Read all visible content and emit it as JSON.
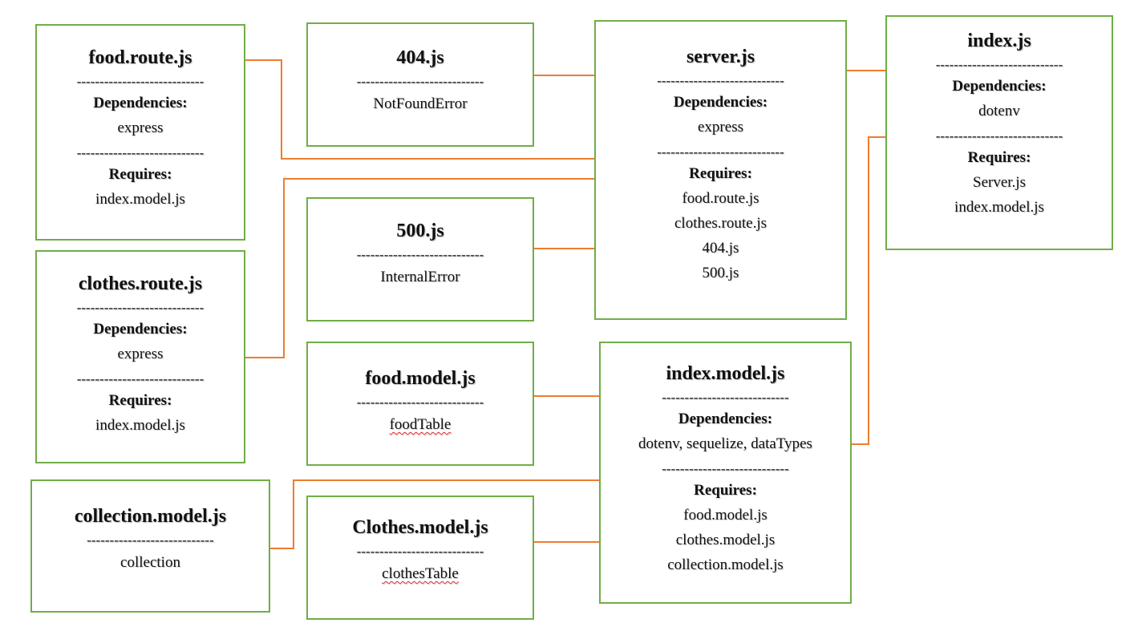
{
  "colors": {
    "box_border": "#70ad47",
    "connector": "#ed7d31",
    "spellcheck_underline": "#e03030"
  },
  "separator": "----------------------------",
  "nodes": {
    "food_route": {
      "title": "food.route.js",
      "dependencies_label": "Dependencies:",
      "dependencies": "express",
      "requires_label": "Requires:",
      "requires": [
        "index.model.js"
      ]
    },
    "clothes_route": {
      "title": "clothes.route.js",
      "dependencies_label": "Dependencies:",
      "dependencies": "express",
      "requires_label": "Requires:",
      "requires": [
        "index.model.js"
      ]
    },
    "collection_model": {
      "title": "collection.model.js",
      "content": "collection"
    },
    "not_found": {
      "title": "404.js",
      "content": "NotFoundError"
    },
    "internal_error": {
      "title": "500.js",
      "content": "InternalError"
    },
    "food_model": {
      "title": "food.model.js",
      "content": "foodTable"
    },
    "clothes_model": {
      "title": "Clothes.model.js",
      "content": "clothesTable"
    },
    "server": {
      "title": "server.js",
      "dependencies_label": "Dependencies:",
      "dependencies": "express",
      "requires_label": "Requires:",
      "requires": [
        "food.route.js",
        "clothes.route.js",
        "404.js",
        "500.js"
      ]
    },
    "index_model": {
      "title": "index.model.js",
      "dependencies_label": "Dependencies:",
      "dependencies": "dotenv, sequelize, dataTypes",
      "requires_label": "Requires:",
      "requires": [
        "food.model.js",
        "clothes.model.js",
        "collection.model.js"
      ]
    },
    "index": {
      "title": "index.js",
      "dependencies_label": "Dependencies:",
      "dependencies": "dotenv",
      "requires_label": "Requires:",
      "requires": [
        "Server.js",
        "index.model.js"
      ]
    }
  }
}
